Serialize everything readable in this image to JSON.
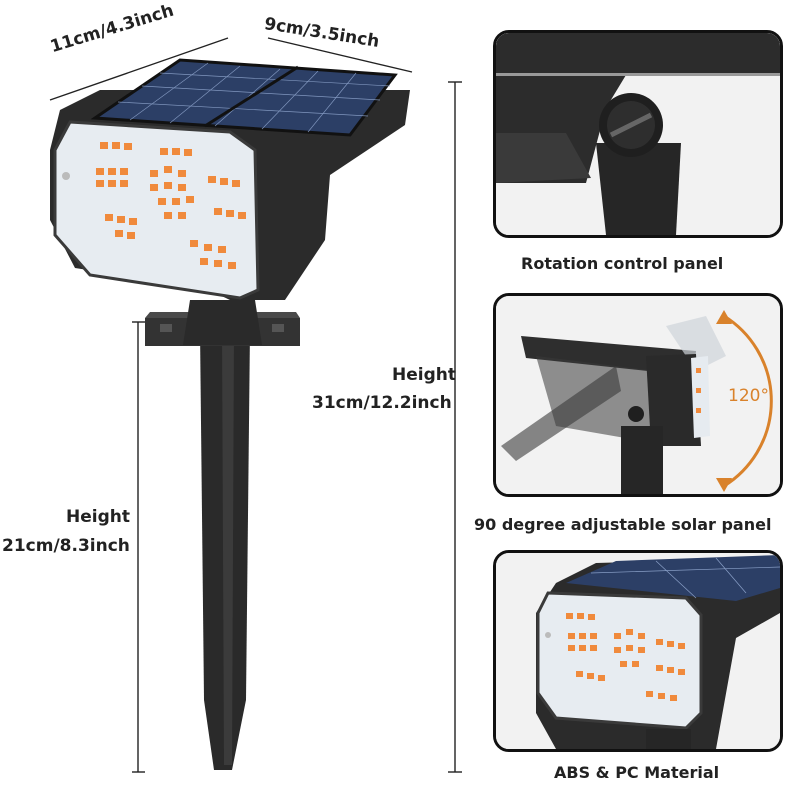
{
  "dimensions": {
    "width_label": "11cm/4.3inch",
    "depth_label": "9cm/3.5inch",
    "total_height_title": "Height",
    "total_height_value": "31cm/12.2inch",
    "stake_height_title": "Height",
    "stake_height_value": "21cm/8.3inch"
  },
  "panels": [
    {
      "caption": "Rotation control panel"
    },
    {
      "caption": "90 degree adjustable solar panel",
      "angle_label": "120°"
    },
    {
      "caption": "ABS & PC Material"
    }
  ],
  "colors": {
    "led": "#f08a3c",
    "body": "#2c2c2c",
    "solar": "#2c3f66",
    "arrow": "#d9822b"
  }
}
